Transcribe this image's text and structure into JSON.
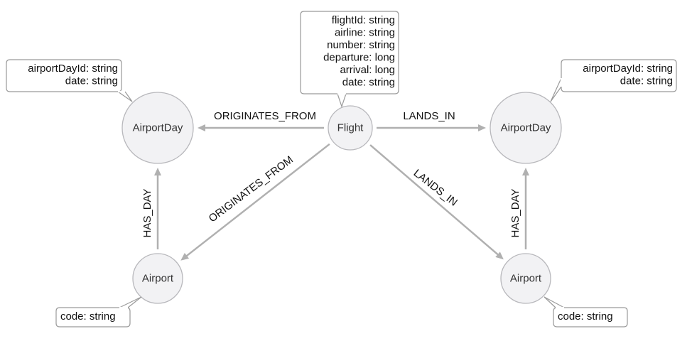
{
  "diagram": {
    "type": "graph-schema",
    "nodes": [
      {
        "id": "flight",
        "label": "Flight",
        "properties": [
          "flightId: string",
          "airline: string",
          "number: string",
          "departure: long",
          "arrival: long",
          "date: string"
        ]
      },
      {
        "id": "airportday_left",
        "label": "AirportDay",
        "properties": [
          "airportDayId: string",
          "date: string"
        ]
      },
      {
        "id": "airportday_right",
        "label": "AirportDay",
        "properties": [
          "airportDayId: string",
          "date: string"
        ]
      },
      {
        "id": "airport_left",
        "label": "Airport",
        "properties": [
          "code: string"
        ]
      },
      {
        "id": "airport_right",
        "label": "Airport",
        "properties": [
          "code: string"
        ]
      }
    ],
    "edges": [
      {
        "id": "e1",
        "from": "flight",
        "to": "airportday_left",
        "label": "ORIGINATES_FROM"
      },
      {
        "id": "e2",
        "from": "flight",
        "to": "airportday_right",
        "label": "LANDS_IN"
      },
      {
        "id": "e3",
        "from": "flight",
        "to": "airport_left",
        "label": "ORIGINATES_FROM"
      },
      {
        "id": "e4",
        "from": "flight",
        "to": "airport_right",
        "label": "LANDS_IN"
      },
      {
        "id": "e5",
        "from": "airport_left",
        "to": "airportday_left",
        "label": "HAS_DAY"
      },
      {
        "id": "e6",
        "from": "airport_right",
        "to": "airportday_right",
        "label": "HAS_DAY"
      }
    ]
  },
  "colors": {
    "node_fill": "#f2f2f4",
    "node_stroke": "#b8b8bc",
    "edge": "#b0b0b0",
    "text": "#111111"
  }
}
